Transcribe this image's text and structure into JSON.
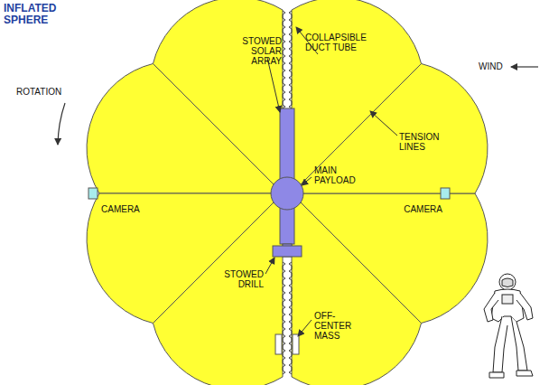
{
  "diagram": {
    "title": "INFLATED SPHERE",
    "labels": [
      "STOWED SOLAR ARRAY",
      "COLLAPSIBLE DUCT TUBE",
      "ROTATION",
      "WIND",
      "TENSION LINES",
      "MAIN PAYLOAD",
      "CAMERA",
      "CAMERA",
      "STOWED DRILL",
      "OFF-CENTER MASS"
    ]
  }
}
